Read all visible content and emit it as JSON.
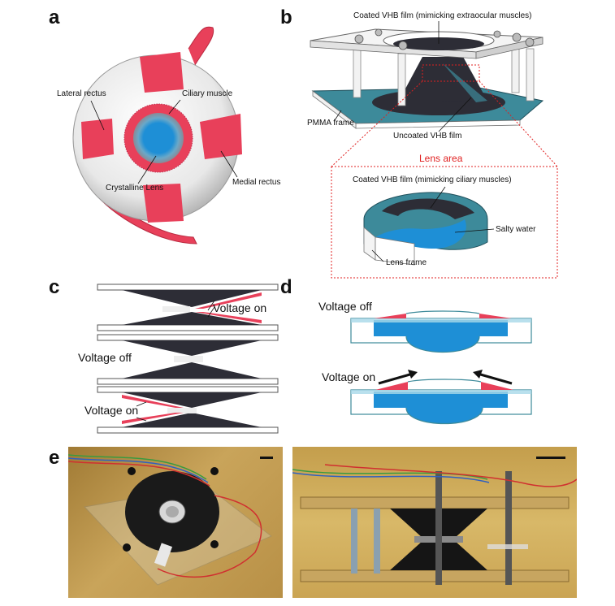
{
  "panels": {
    "a": "a",
    "b": "b",
    "c": "c",
    "d": "d",
    "e": "e"
  },
  "panel_a": {
    "lateral_rectus": "Lateral rectus",
    "ciliary_muscle": "Ciliary muscle",
    "crystalline_lens": "Crystalline Lens",
    "medial_rectus": "Medial rectus"
  },
  "panel_b": {
    "coated_extraocular": "Coated VHB film (mimicking extraocular muscles)",
    "pmma_frame": "PMMA frame",
    "uncoated_vhb": "Uncoated VHB film",
    "lens_area": "Lens area",
    "coated_ciliary": "Coated VHB film (mimicking ciliary muscles)",
    "salty_water": "Salty water",
    "lens_frame": "Lens frame"
  },
  "panel_c": {
    "voltage_on_top": "Voltage on",
    "voltage_off": "Voltage off",
    "voltage_on_bottom": "Voltage on"
  },
  "panel_d": {
    "voltage_off": "Voltage off",
    "voltage_on": "Voltage on"
  },
  "colors": {
    "muscle_red": "#e8405a",
    "lens_blue": "#1e8fd6",
    "dark_film": "#2d2d36",
    "frame_teal": "#3d8a9a",
    "alert_red": "#e02020",
    "photo_bg": "#c4a14e"
  }
}
